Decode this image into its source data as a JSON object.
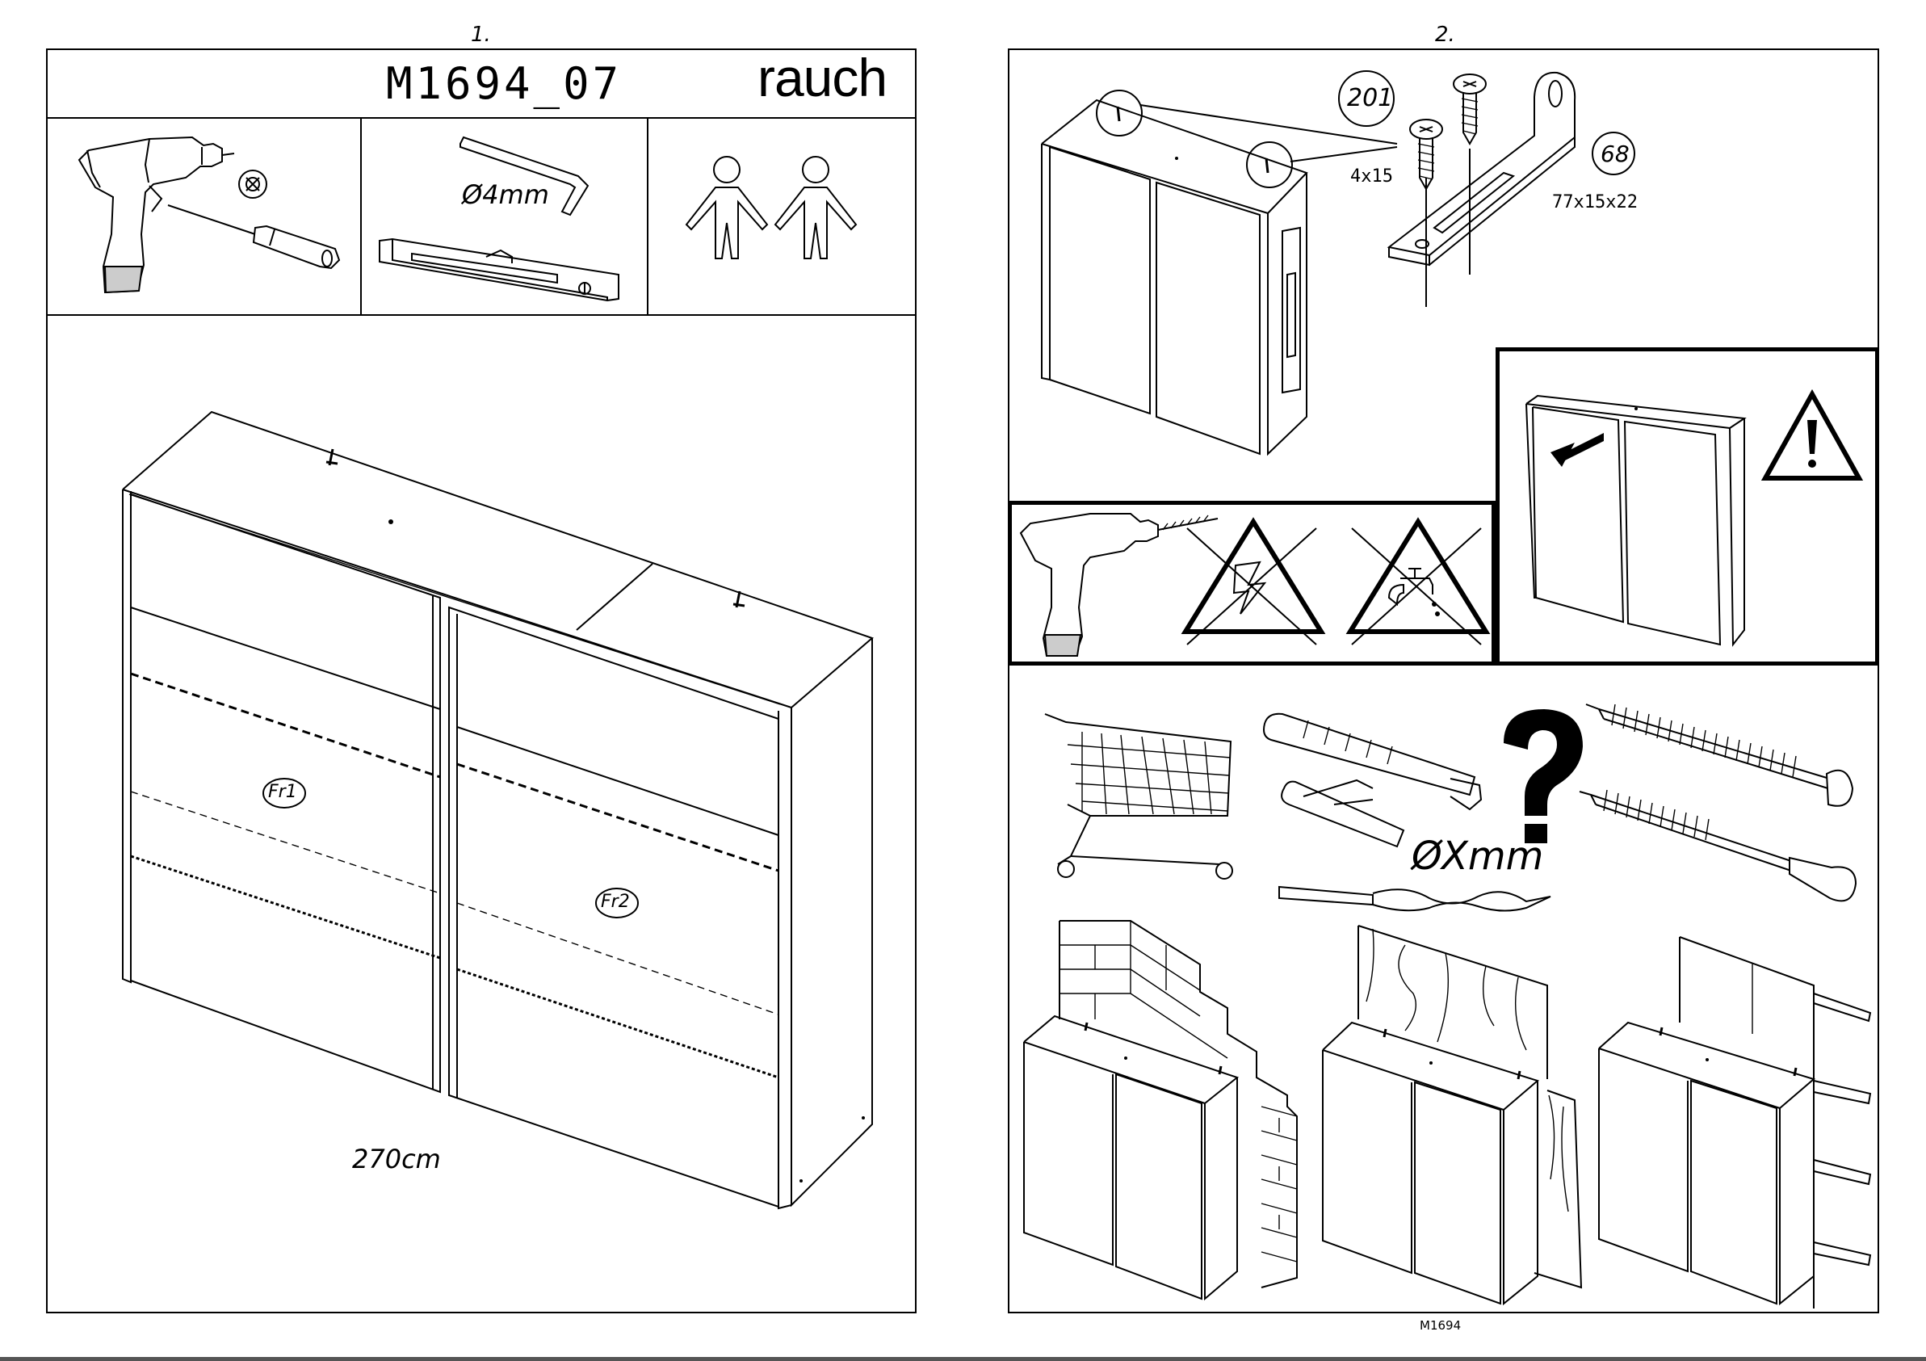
{
  "pages": [
    {
      "number": "1.",
      "model": "M1694_07",
      "brand": "rauch",
      "tools": {
        "allen_key_size": "Ø4mm"
      },
      "illustration": {
        "door_labels": [
          "Fr1",
          "Fr2"
        ],
        "width_label": "270cm"
      }
    },
    {
      "number": "2.",
      "parts": [
        {
          "id": "201",
          "size": "4x15"
        },
        {
          "id": "68",
          "size": "77x15x22"
        }
      ],
      "drill_label": "ØXmm",
      "footer": "M1694"
    }
  ],
  "icons": [
    "drill-icon",
    "screwdriver-icon",
    "phillips-bit-icon",
    "allen-key-icon",
    "spirit-level-icon",
    "two-persons-icon",
    "no-electric-cable-warning-icon",
    "no-water-pipe-warning-icon",
    "caution-warning-icon",
    "shopping-cart-icon",
    "wall-plug-icon",
    "question-mark-icon",
    "wood-screw-icon",
    "brick-wall-icon",
    "wood-wall-icon",
    "stud-wall-icon"
  ]
}
